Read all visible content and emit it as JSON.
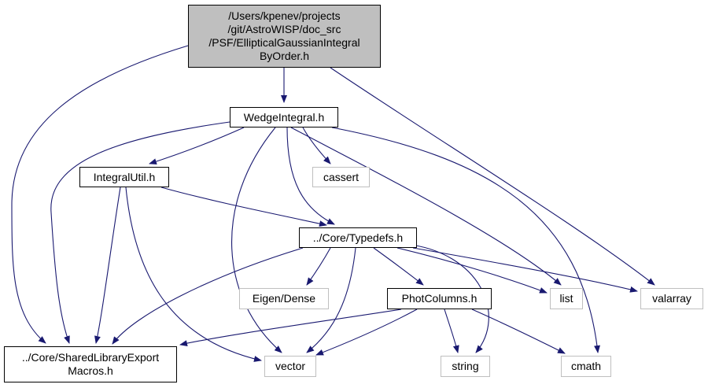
{
  "colors": {
    "edge": "#191970",
    "root_fill": "#bfbfbf",
    "local_border": "#000000",
    "system_border": "#bfbfbf"
  },
  "nodes": {
    "root": {
      "lines": [
        "/Users/kpenev/projects",
        "/git/AstroWISP/doc_src",
        "/PSF/EllipticalGaussianIntegral",
        "ByOrder.h"
      ]
    },
    "wedge": {
      "label": "WedgeIntegral.h"
    },
    "integralutil": {
      "label": "IntegralUtil.h"
    },
    "cassert": {
      "label": "cassert"
    },
    "typedefs": {
      "label": "../Core/Typedefs.h"
    },
    "eigendense": {
      "label": "Eigen/Dense"
    },
    "photcolumns": {
      "label": "PhotColumns.h"
    },
    "list": {
      "label": "list"
    },
    "valarray": {
      "label": "valarray"
    },
    "sharedlib": {
      "lines": [
        "../Core/SharedLibraryExport",
        "Macros.h"
      ]
    },
    "vector": {
      "label": "vector"
    },
    "string": {
      "label": "string"
    },
    "cmath": {
      "label": "cmath"
    }
  },
  "edges": [
    [
      "root",
      "wedge"
    ],
    [
      "root",
      "sharedlib"
    ],
    [
      "root",
      "valarray"
    ],
    [
      "wedge",
      "integralutil"
    ],
    [
      "wedge",
      "cassert"
    ],
    [
      "wedge",
      "typedefs"
    ],
    [
      "wedge",
      "sharedlib"
    ],
    [
      "wedge",
      "vector"
    ],
    [
      "wedge",
      "list"
    ],
    [
      "wedge",
      "cmath"
    ],
    [
      "integralutil",
      "typedefs"
    ],
    [
      "integralutil",
      "sharedlib"
    ],
    [
      "integralutil",
      "vector"
    ],
    [
      "typedefs",
      "eigendense"
    ],
    [
      "typedefs",
      "photcolumns"
    ],
    [
      "typedefs",
      "list"
    ],
    [
      "typedefs",
      "valarray"
    ],
    [
      "typedefs",
      "sharedlib"
    ],
    [
      "typedefs",
      "vector"
    ],
    [
      "typedefs",
      "string"
    ],
    [
      "photcolumns",
      "sharedlib"
    ],
    [
      "photcolumns",
      "vector"
    ],
    [
      "photcolumns",
      "string"
    ],
    [
      "photcolumns",
      "cmath"
    ]
  ]
}
